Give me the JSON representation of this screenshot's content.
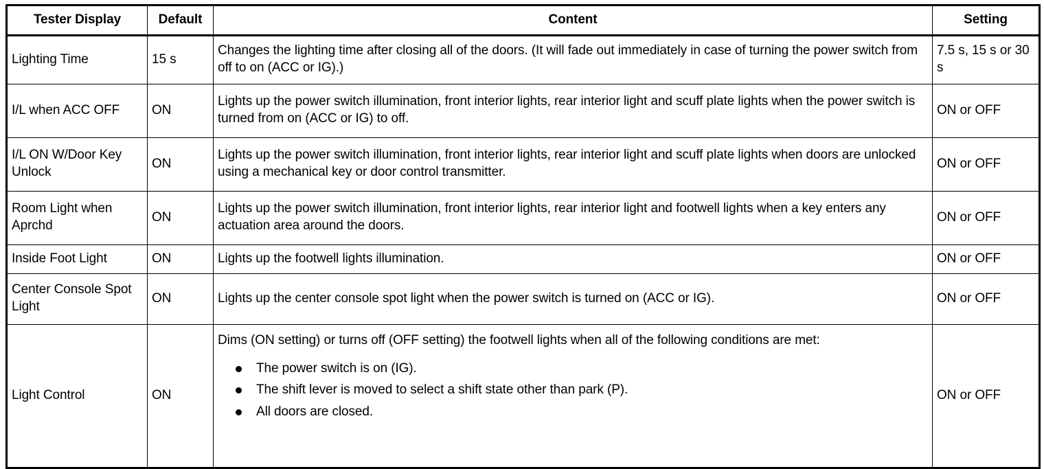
{
  "table": {
    "headers": {
      "display": "Tester Display",
      "default": "Default",
      "content": "Content",
      "setting": "Setting"
    },
    "rows": [
      {
        "display": "Lighting Time",
        "default": "15 s",
        "content": "Changes the lighting time after closing all of the doors. (It will fade out immediately in case of turning the power switch from off to on (ACC or IG).)",
        "setting": "7.5 s, 15 s or 30 s"
      },
      {
        "display": "I/L when ACC OFF",
        "default": "ON",
        "content": "Lights up the power switch illumination, front interior lights, rear interior light and scuff plate lights when the power switch is turned from on (ACC or IG) to off.",
        "setting": "ON or OFF"
      },
      {
        "display": "I/L ON W/Door Key Unlock",
        "default": "ON",
        "content": "Lights up the power switch illumination, front interior lights, rear interior light and scuff plate lights when doors are unlocked using a mechanical key or door control transmitter.",
        "setting": "ON or OFF"
      },
      {
        "display": "Room Light when Aprchd",
        "default": "ON",
        "content": "Lights up the power switch illumination, front interior lights, rear interior light and footwell lights when a key enters any actuation area around the doors.",
        "setting": "ON or OFF"
      },
      {
        "display": "Inside Foot Light",
        "default": "ON",
        "content": "Lights up the footwell lights illumination.",
        "setting": "ON or OFF"
      },
      {
        "display": "Center Console Spot Light",
        "default": "ON",
        "content": "Lights up the center console spot light when the power switch is turned on (ACC or IG).",
        "setting": "ON or OFF"
      },
      {
        "display": "Light Control",
        "default": "ON",
        "content": "Dims (ON setting) or turns off (OFF setting) the footwell lights when all of the following conditions are met:",
        "conditions": [
          "The power switch is on (IG).",
          "The shift lever is moved to select a shift state other than park (P).",
          "All doors are closed."
        ],
        "setting": "ON or OFF"
      }
    ]
  },
  "colors": {
    "border": "#000000",
    "text": "#000000",
    "background": "#ffffff"
  }
}
